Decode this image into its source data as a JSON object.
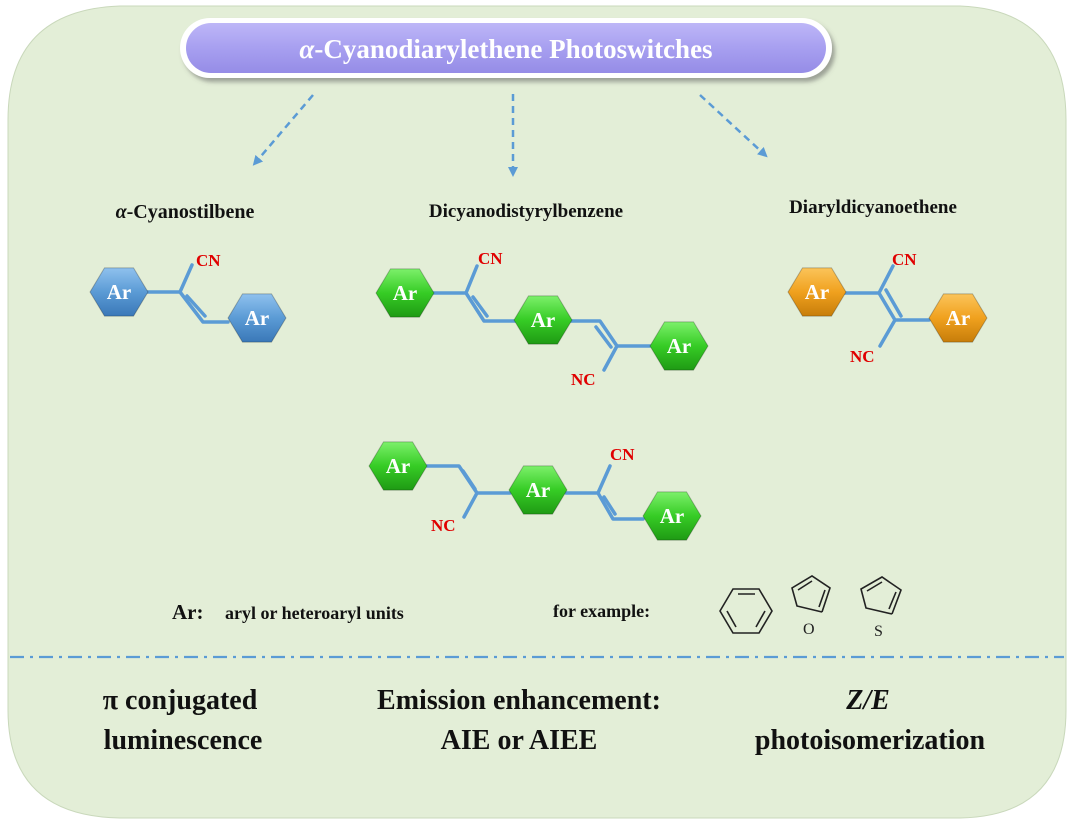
{
  "title_prefix": "α",
  "title_rest": "-Cyanodiarylethene Photoswitches",
  "classes": {
    "cyanostilbene": {
      "prefix": "α",
      "rest": "-Cyanostilbene"
    },
    "dicyanodistyrylbenzene": "Dicyanodistyrylbenzene",
    "diaryldicyanoethene": "Diaryldicyanoethene"
  },
  "ar_label": "Ar",
  "cn_label": "CN",
  "nc_label": "NC",
  "ar_definition": {
    "label": "Ar:",
    "text": "aryl or heteroaryl units"
  },
  "example_label": "for example:",
  "hetero_atoms": {
    "furan": "O",
    "thiophene": "S"
  },
  "features": {
    "left": {
      "line1_symbol": "π",
      "line1_rest": " conjugated",
      "line2": "luminescence"
    },
    "middle": {
      "line1": "Emission enhancement:",
      "line2": "AIE or AIEE"
    },
    "right": {
      "line1": "Z/E",
      "line2": "photoisomerization"
    }
  },
  "colors": {
    "background": "#e3eed7",
    "title_box": "#a9a1f2",
    "bond": "#5b9bd5",
    "cyano_text": "#e00000",
    "ar_blue": "#5b9bd5",
    "ar_green": "#3ccf2a",
    "ar_orange": "#f0a11e"
  }
}
